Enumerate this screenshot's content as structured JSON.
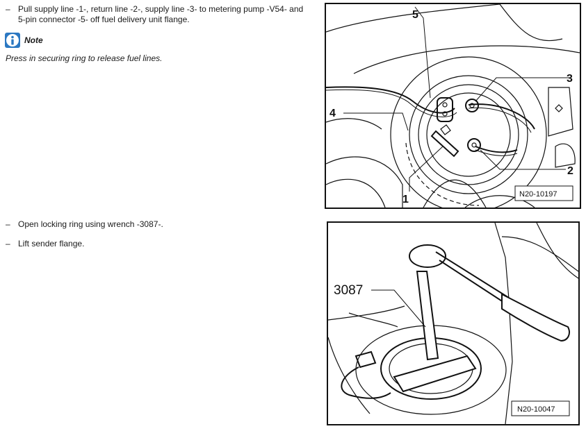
{
  "steps": [
    {
      "dash": "–",
      "text": "Pull supply line -1-, return line -2-, supply line -3- to metering pump -V54- and 5-pin connector -5- off fuel delivery unit flange."
    },
    {
      "dash": "–",
      "text": "Open locking ring using wrench -3087-."
    },
    {
      "dash": "–",
      "text": "Lift sender flange."
    }
  ],
  "note": {
    "icon": "info-icon",
    "icon_glyph": "i",
    "label": "Note",
    "text": "Press in securing ring to release fuel lines."
  },
  "figure1": {
    "code": "N20-10197",
    "callouts": {
      "c1": "1",
      "c2": "2",
      "c3": "3",
      "c4": "4",
      "c5": "5"
    }
  },
  "figure2": {
    "code": "N20-10047",
    "tool_number": "3087"
  },
  "colors": {
    "note_icon": "#2b78c2",
    "line": "#111111"
  }
}
